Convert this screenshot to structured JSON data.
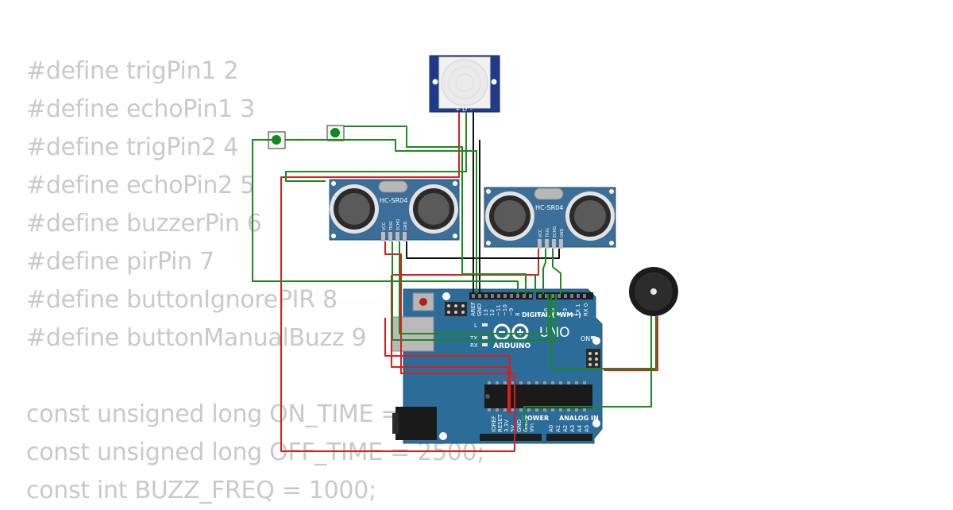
{
  "code_lines": [
    "#define trigPin1 2",
    "#define echoPin1 3",
    "#define trigPin2 4",
    "#define echoPin2 5",
    "#define buzzerPin 6",
    "#define pirPin 7",
    "#define buttonIgnorePIR 8",
    "#define buttonManualBuzz 9",
    "",
    "const unsigned long ON_TIME = 500;",
    "const unsigned long OFF_TIME = 2500;",
    "const int BUZZ_FREQ = 1000;"
  ],
  "sensor_left": {
    "model": "HC-SR04",
    "pins": [
      "VCC",
      "TRIG",
      "ECHO",
      "GND"
    ]
  },
  "sensor_right": {
    "model": "HC-SR04",
    "pins": [
      "VCC",
      "TRIG",
      "ECHO",
      "GND"
    ]
  },
  "pir": {
    "pin_labels": [
      "+",
      "D",
      "-"
    ]
  },
  "arduino": {
    "brand": "ARDUINO",
    "model": "UNO",
    "digital_label": "DIGITAL (PWM~)",
    "power_label": "POWER",
    "analog_label": "ANALOG IN",
    "on_label": "ON",
    "led_l": "L",
    "led_tx": "TX",
    "led_rx": "RX",
    "top_pins": [
      "AREF",
      "GND",
      "13",
      "12",
      "~11",
      "~10",
      "~9",
      "8",
      "7",
      "~6",
      "~5",
      "4",
      "~3",
      "2",
      "TX 1",
      "RX 0"
    ],
    "power_pins": [
      "IOREF",
      "RESET",
      "3.3V",
      "5V",
      "GND",
      "GND",
      "Vin"
    ],
    "analog_pins": [
      "A0",
      "A1",
      "A2",
      "A3",
      "A4",
      "A5"
    ]
  },
  "colors": {
    "board": "#2c6c98",
    "sensor": "#3b6e98",
    "wire_green": "#1b8a1b",
    "wire_red": "#dd1c1c",
    "wire_black": "#111111",
    "code_text": "#c9c9c9"
  }
}
